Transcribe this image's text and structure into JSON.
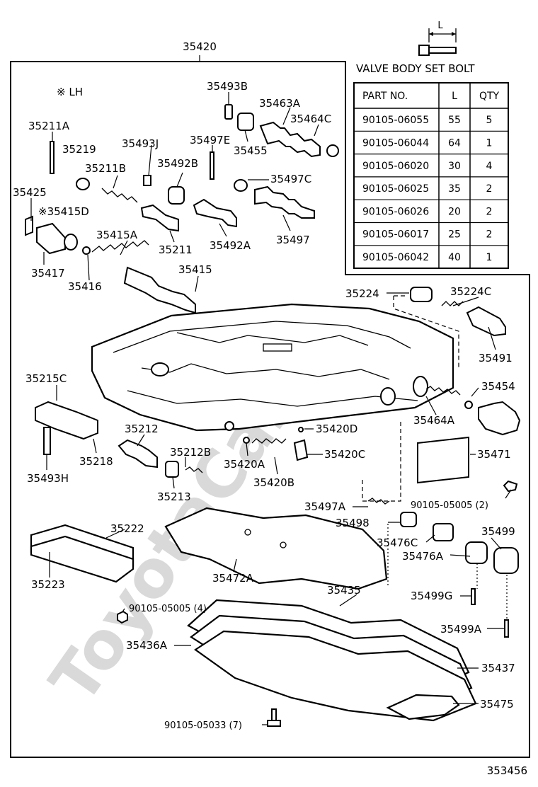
{
  "header": {
    "assembly_number": "35420",
    "lh_note": "※ LH"
  },
  "bolt_table": {
    "title": "VALVE BODY SET BOLT",
    "dimension_label": "L",
    "columns": [
      "PART  NO.",
      "L",
      "QTY"
    ],
    "rows": [
      [
        "90105-06055",
        "55",
        "5"
      ],
      [
        "90105-06044",
        "64",
        "1"
      ],
      [
        "90105-06020",
        "30",
        "4"
      ],
      [
        "90105-06025",
        "35",
        "2"
      ],
      [
        "90105-06026",
        "20",
        "2"
      ],
      [
        "90105-06017",
        "25",
        "2"
      ],
      [
        "90105-06042",
        "40",
        "1"
      ]
    ]
  },
  "part_labels": {
    "p35493B": "35493B",
    "p35463A": "35463A",
    "p35464C": "35464C",
    "p35455": "35455",
    "p35211A": "35211A",
    "p35219": "35219",
    "p35493J": "35493J",
    "p35497E": "35497E",
    "p35211B": "35211B",
    "p35492B": "35492B",
    "p35497C": "35497C",
    "p35425": "35425",
    "p35415D": "※35415D",
    "p35211": "35211",
    "p35492A": "35492A",
    "p35497": "35497",
    "p35415A": "35415A",
    "p35417": "35417",
    "p35416": "35416",
    "p35415": "35415",
    "p35224": "35224",
    "p35224C": "35224C",
    "p35491": "35491",
    "p35215C": "35215C",
    "p35454": "35454",
    "p35464A": "35464A",
    "p35212": "35212",
    "p35420D": "35420D",
    "p35218": "35218",
    "p35212B": "35212B",
    "p35420A": "35420A",
    "p35420C": "35420C",
    "p35471": "35471",
    "p35493H": "35493H",
    "p35213": "35213",
    "p35420B": "35420B",
    "p90105_05005_2": "90105-05005 (2)",
    "p35497A": "35497A",
    "p35498": "35498",
    "p35222": "35222",
    "p35499": "35499",
    "p35476C": "35476C",
    "p35476A": "35476A",
    "p35223": "35223",
    "p35472A": "35472A",
    "p35435": "35435",
    "p35499G": "35499G",
    "p90105_05005_4": "90105-05005 (4)",
    "p35499A": "35499A",
    "p35436A": "35436A",
    "p35437": "35437",
    "p35475": "35475",
    "p90105_05033_7": "90105-05033 (7)"
  },
  "footer": {
    "drawing_number": "353456"
  },
  "watermark": {
    "text": "ToyotaCarMi"
  }
}
